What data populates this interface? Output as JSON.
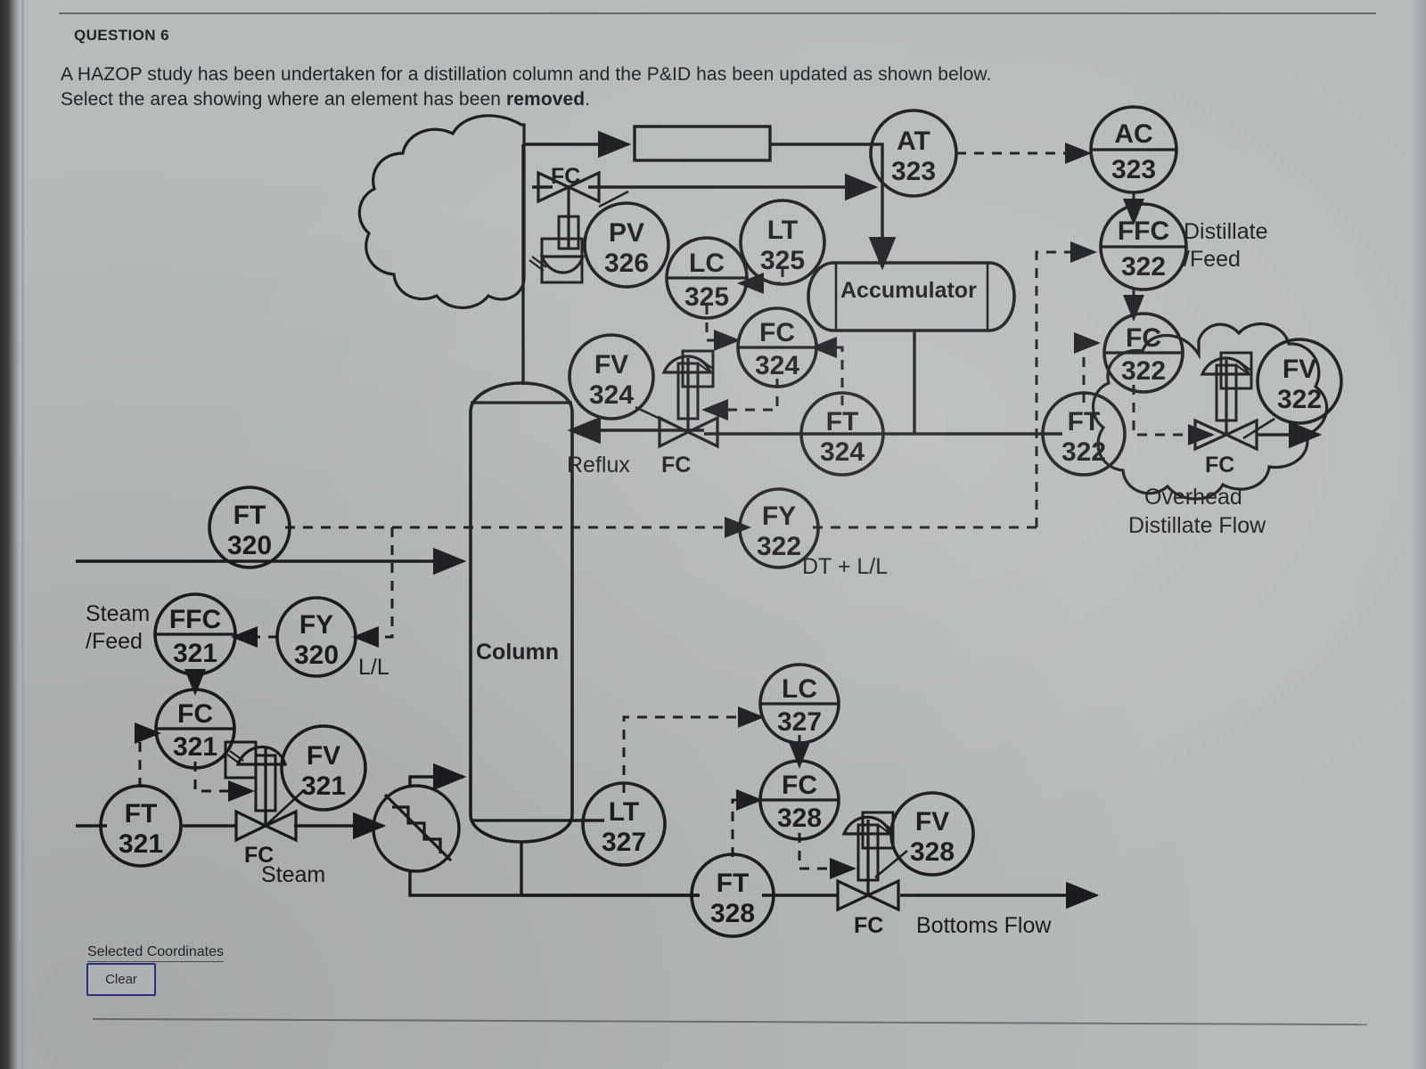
{
  "question": {
    "label": "QUESTION 6",
    "prompt_line_1": "A HAZOP study has been undertaken for a distillation column and the P&ID has been updated as shown below.",
    "prompt_line_2_prefix": "Select the area showing where an element has been ",
    "prompt_line_2_bold": "removed",
    "prompt_line_2_suffix": "."
  },
  "controls": {
    "selected_coordinates_label": "Selected Coordinates",
    "clear_label": "Clear"
  },
  "colors": {
    "page_background": "#b9bcbd",
    "line": "#15171a",
    "button_border": "#2b2f8a",
    "rule": "#63666a"
  },
  "diagram": {
    "title": "Distillation column P&ID",
    "equipment": [
      {
        "id": "condenser",
        "label": "",
        "shape": "rectangle"
      },
      {
        "id": "accumulator",
        "label": "Accumulator",
        "shape": "horizontal-vessel"
      },
      {
        "id": "column",
        "label": "Column",
        "shape": "vertical-vessel"
      },
      {
        "id": "reboiler",
        "label": "",
        "shape": "heat-exchanger-circle"
      },
      {
        "id": "feed-heater",
        "label": "",
        "shape": "heat-exchanger-circle"
      }
    ],
    "instrument_bubbles": [
      {
        "tag": "AT",
        "number": "323",
        "name": "bubble-at-323"
      },
      {
        "tag": "AC",
        "number": "323",
        "name": "bubble-ac-323"
      },
      {
        "tag": "FFC",
        "number": "322",
        "name": "bubble-ffc-322"
      },
      {
        "tag": "PV",
        "number": "326",
        "name": "bubble-pv-326"
      },
      {
        "tag": "LT",
        "number": "325",
        "name": "bubble-lt-325"
      },
      {
        "tag": "LC",
        "number": "325",
        "name": "bubble-lc-325"
      },
      {
        "tag": "FC",
        "number": "324",
        "name": "bubble-fc-324"
      },
      {
        "tag": "FV",
        "number": "324",
        "name": "bubble-fv-324"
      },
      {
        "tag": "FT",
        "number": "324",
        "name": "bubble-ft-324"
      },
      {
        "tag": "FC",
        "number": "322",
        "name": "bubble-fc-322"
      },
      {
        "tag": "FV",
        "number": "322",
        "name": "bubble-fv-322"
      },
      {
        "tag": "FT",
        "number": "322",
        "name": "bubble-ft-322"
      },
      {
        "tag": "FY",
        "number": "322",
        "name": "bubble-fy-322"
      },
      {
        "tag": "FT",
        "number": "320",
        "name": "bubble-ft-320"
      },
      {
        "tag": "FY",
        "number": "320",
        "name": "bubble-fy-320"
      },
      {
        "tag": "FFC",
        "number": "321",
        "name": "bubble-ffc-321"
      },
      {
        "tag": "FC",
        "number": "321",
        "name": "bubble-fc-321"
      },
      {
        "tag": "FV",
        "number": "321",
        "name": "bubble-fv-321"
      },
      {
        "tag": "FT",
        "number": "321",
        "name": "bubble-ft-321"
      },
      {
        "tag": "LC",
        "number": "327",
        "name": "bubble-lc-327"
      },
      {
        "tag": "LT",
        "number": "327",
        "name": "bubble-lt-327"
      },
      {
        "tag": "FC",
        "number": "328",
        "name": "bubble-fc-328"
      },
      {
        "tag": "FV",
        "number": "328",
        "name": "bubble-fv-328"
      },
      {
        "tag": "FT",
        "number": "328",
        "name": "bubble-ft-328"
      }
    ],
    "text_labels": {
      "fc_top": "FC",
      "fc_reflux": "FC",
      "fc_overhead": "FC",
      "fc_steam": "FC",
      "fc_bottoms": "FC",
      "reflux": "Reflux",
      "column": "Column",
      "accumulator": "Accumulator",
      "steam_word": "Steam",
      "steam_feed_1": "Steam",
      "steam_feed_2": "/Feed",
      "distillate_feed_1": "Distillate",
      "distillate_feed_2": "/Feed",
      "overhead_1": "Overhead",
      "overhead_2": "Distillate Flow",
      "bottoms_flow": "Bottoms Flow",
      "dt_ll": "DT + L/L",
      "ll": "L/L"
    },
    "bubble_tags": {
      "at": "AT",
      "ac": "AC",
      "ffc": "FFC",
      "pv": "PV",
      "lt": "LT",
      "lc": "LC",
      "fc": "FC",
      "fv": "FV",
      "ft": "FT",
      "fy": "FY"
    },
    "bubble_numbers": {
      "n320": "320",
      "n321": "321",
      "n322": "322",
      "n323": "323",
      "n324": "324",
      "n325": "325",
      "n326": "326",
      "n327": "327",
      "n328": "328"
    }
  }
}
